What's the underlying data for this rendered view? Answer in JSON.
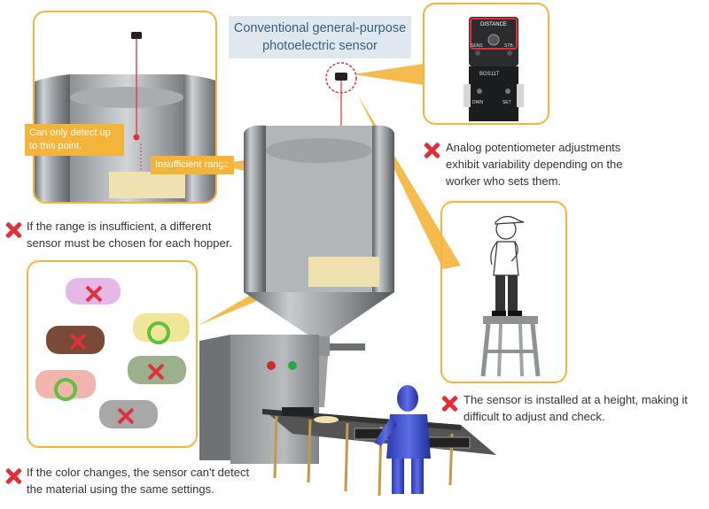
{
  "title": {
    "line1": "Conventional general-purpose",
    "line2": "photoelectric sensor"
  },
  "sensor_module": {
    "label_top": "DISTANCE",
    "label_left": "SENS",
    "label_right": "STB.",
    "model": "BGS11T",
    "btn1": "DWN",
    "btn2": "SET"
  },
  "hopper_detail": {
    "detect_label": "Can only detect up to this point.",
    "range_label": "Insufficient range"
  },
  "issues": {
    "range": "If the range is insufficient, a different sensor must be chosen for each hopper.",
    "potentiometer": "Analog potentiometer adjustments exhibit variability depending on the worker who sets them.",
    "height": "The sensor is installed at a height, making it difficult to adjust and check.",
    "color": "If the color changes, the sensor can't detect the material using the same settings."
  },
  "colors": {
    "accent": "#f4b43a",
    "cross": "#e0303a",
    "ok": "#5cc23a",
    "title_bg": "#dfe8ee"
  }
}
